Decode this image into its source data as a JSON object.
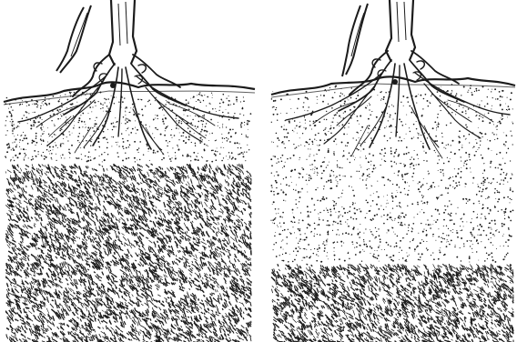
{
  "colors": {
    "ink": "#1b1b1b",
    "paper": "#ffffff",
    "soil_dark": "#2a2a2a"
  },
  "panels": [
    {
      "name": "left-panel",
      "subsoil_depth": "shallow"
    },
    {
      "name": "right-panel",
      "subsoil_depth": "deep"
    }
  ]
}
